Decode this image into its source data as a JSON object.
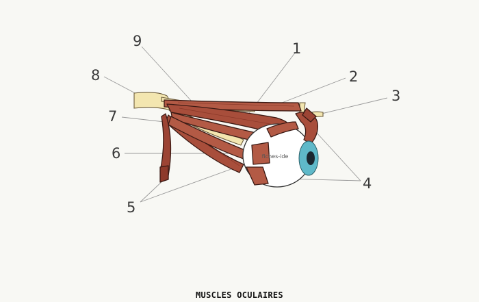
{
  "caption": "MUSCLES OCULAIRES",
  "watermark": "fiches-ide",
  "labels": [
    {
      "id": "1",
      "text": "1"
    },
    {
      "id": "2",
      "text": "2"
    },
    {
      "id": "3",
      "text": "3"
    },
    {
      "id": "4",
      "text": "4"
    },
    {
      "id": "5",
      "text": "5"
    },
    {
      "id": "6",
      "text": "6"
    },
    {
      "id": "7",
      "text": "7"
    },
    {
      "id": "8",
      "text": "8"
    },
    {
      "id": "9",
      "text": "9"
    }
  ],
  "colors": {
    "muscle": "#b35a45",
    "muscle_dark": "#8e3a2b",
    "nerve": "#f3e6b0",
    "sclera": "#ffffff",
    "iris": "#5fb9c9",
    "pupil": "#1b2730",
    "lead_line": "#9a9a9a",
    "background": "#f8f8f4"
  }
}
